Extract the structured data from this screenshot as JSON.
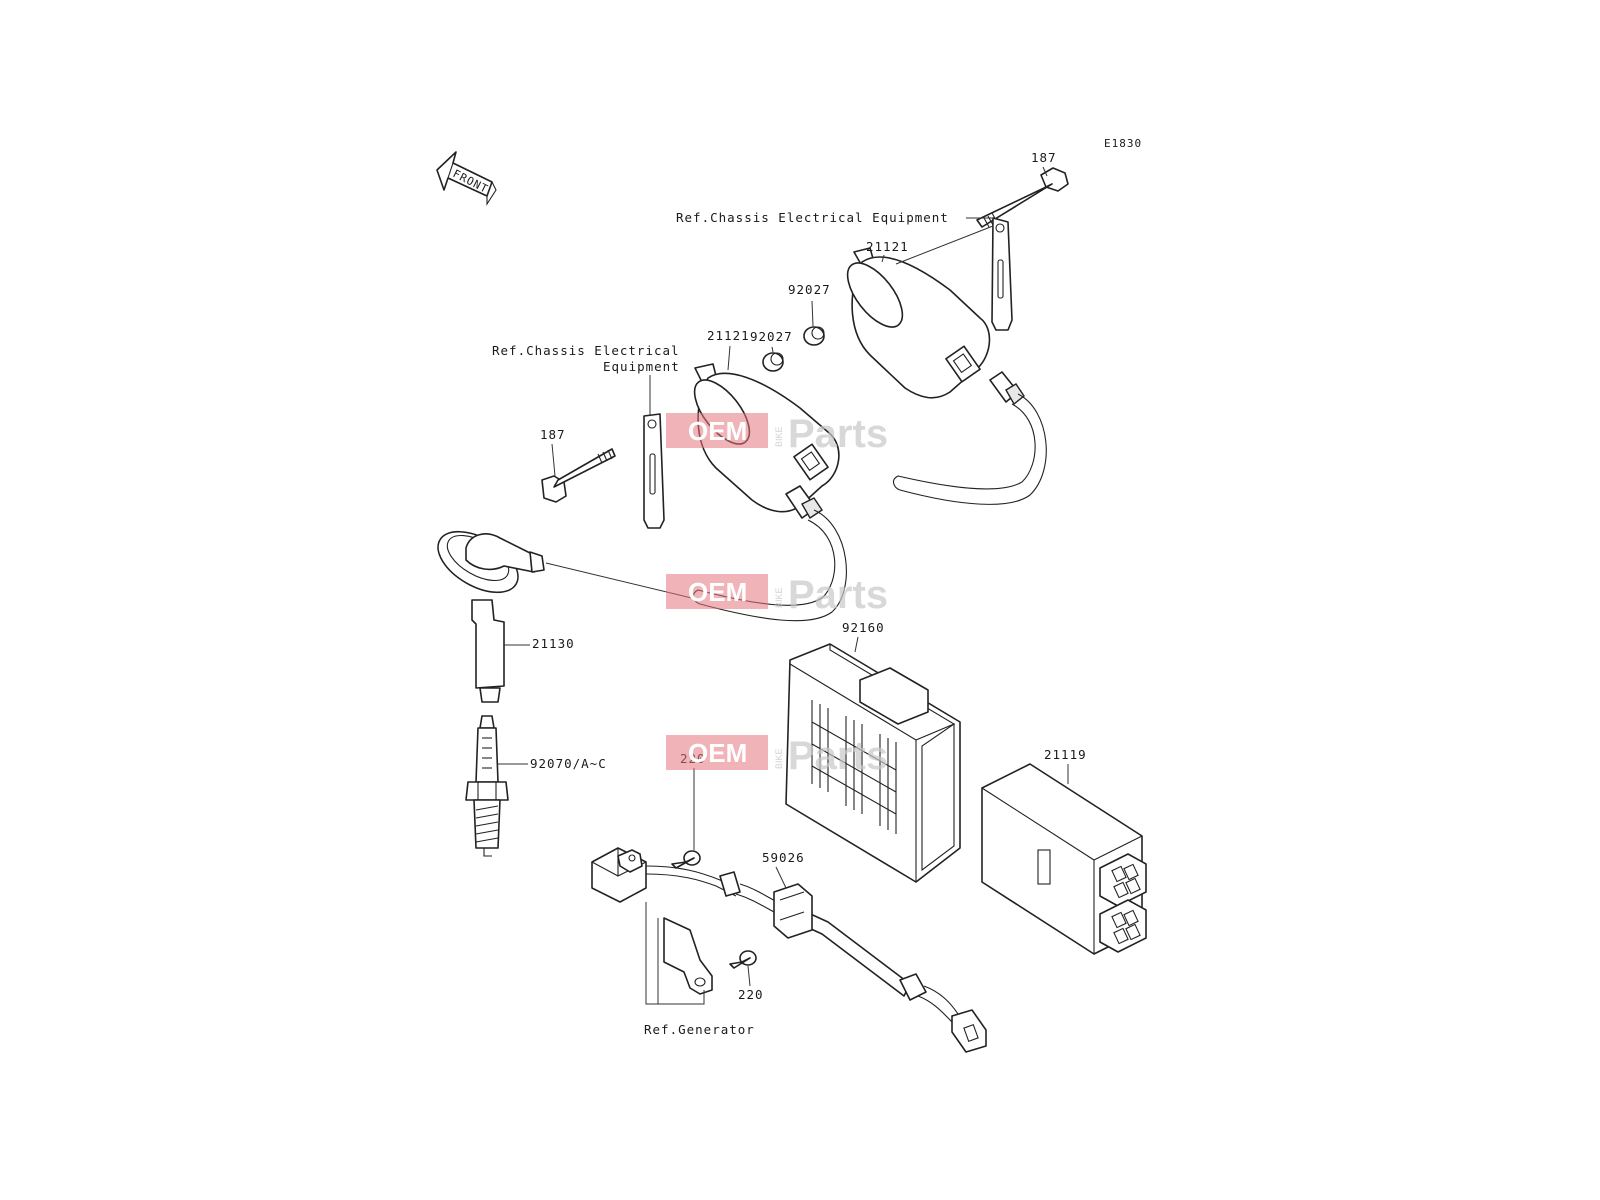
{
  "diagram": {
    "code": "E1830",
    "front_label": "FRONT",
    "labels": {
      "bolt_top": "187",
      "ref_chassis_top": "Ref.Chassis Electrical Equipment",
      "coil_upper": "21121",
      "collar_upper": "92027",
      "collar_lower": "92027",
      "coil_lower": "21121",
      "ref_chassis_left_1": "Ref.Chassis Electrical",
      "ref_chassis_left_2": "Equipment",
      "bolt_left": "187",
      "plug_cap": "21130",
      "spark_plug": "92070/A~C",
      "rectifier": "92160",
      "igniter": "21119",
      "screw_upper": "220",
      "clamp": "59026",
      "screw_lower": "220",
      "ref_generator": "Ref.Generator"
    },
    "watermark": {
      "oem": "OEM",
      "bike": "BIKE",
      "parts": "Parts"
    }
  }
}
